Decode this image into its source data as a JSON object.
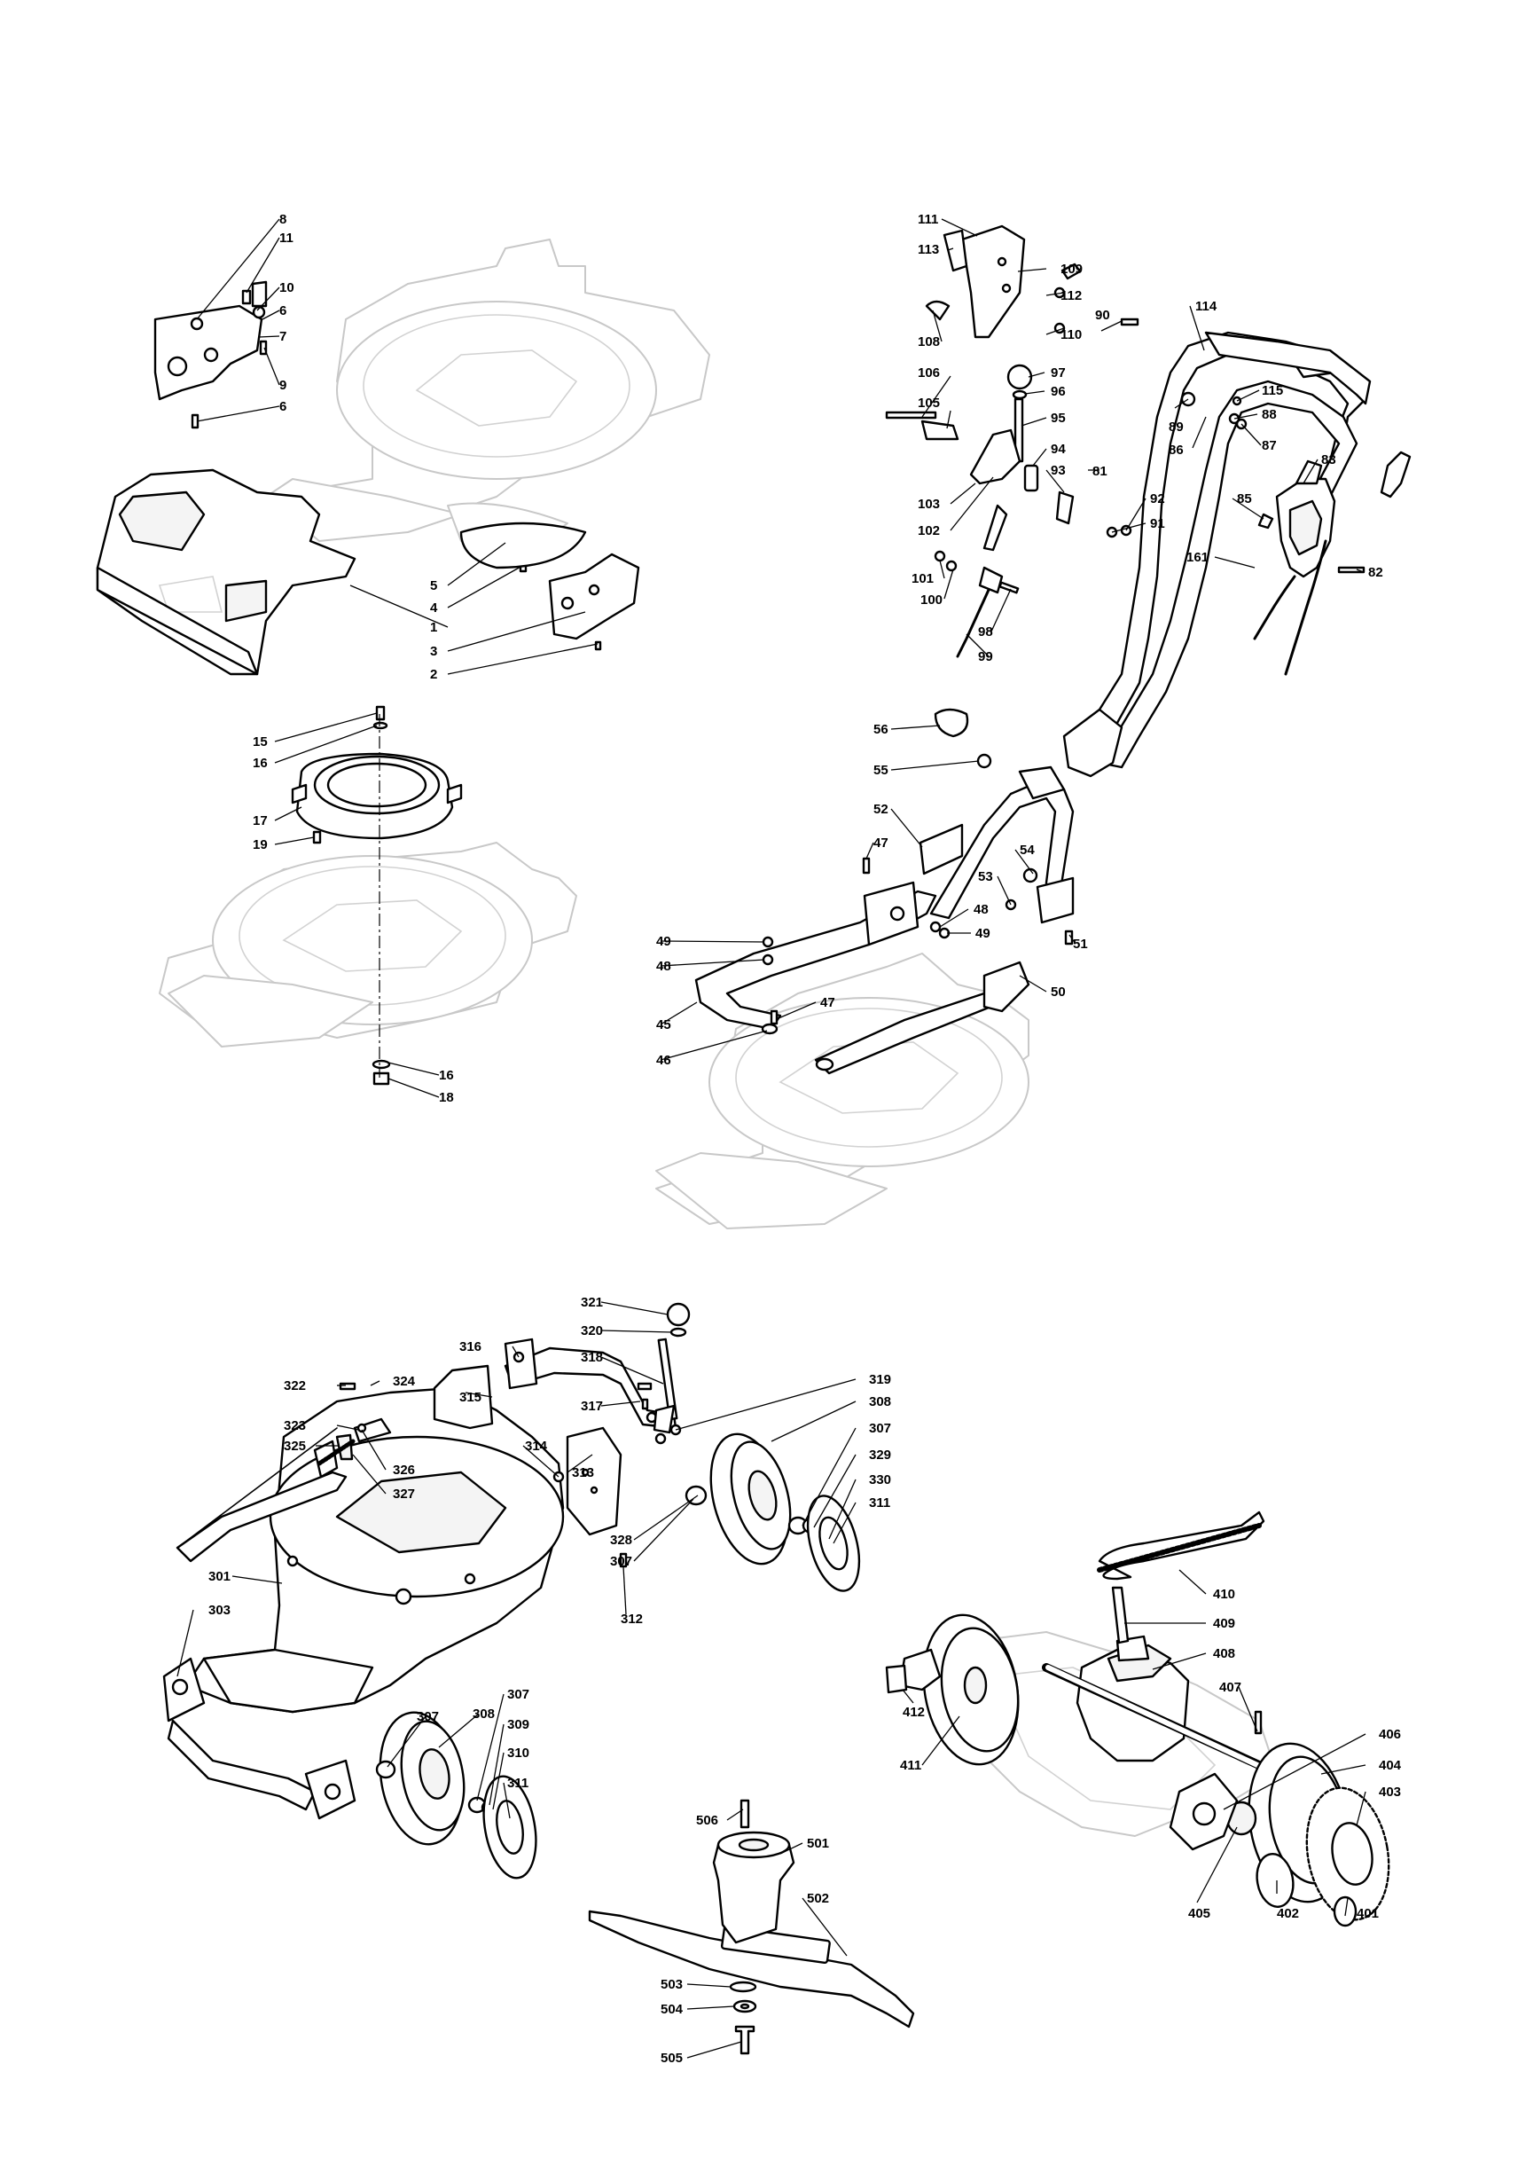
{
  "labels": {
    "hood": [
      "8",
      "11",
      "10",
      "6",
      "7",
      "9",
      "6",
      "5",
      "4",
      "1",
      "3",
      "2"
    ],
    "deck_bearing": [
      "15",
      "16",
      "17",
      "19",
      "16",
      "18"
    ],
    "handle": [
      "111",
      "113",
      "109",
      "112",
      "108",
      "110",
      "90",
      "114",
      "106",
      "97",
      "96",
      "105",
      "95",
      "115",
      "89",
      "88",
      "86",
      "87",
      "94",
      "93",
      "83",
      "103",
      "81",
      "102",
      "92",
      "85",
      "91",
      "101",
      "100",
      "161",
      "82",
      "98",
      "99"
    ],
    "lower_handle": [
      "56",
      "55",
      "52",
      "47",
      "54",
      "53",
      "48",
      "49",
      "49",
      "48",
      "51",
      "47",
      "50",
      "45",
      "46"
    ],
    "height_adjust": [
      "321",
      "320",
      "316",
      "318",
      "324",
      "322",
      "315",
      "317",
      "319",
      "323",
      "308",
      "325",
      "326",
      "307",
      "327",
      "314",
      "313",
      "329",
      "330",
      "311",
      "328",
      "307",
      "301",
      "312",
      "303",
      "307",
      "307",
      "308",
      "309",
      "310",
      "311"
    ],
    "transmission": [
      "410",
      "409",
      "408",
      "407",
      "412",
      "411",
      "406",
      "404",
      "403",
      "405",
      "402",
      "401"
    ],
    "blade": [
      "506",
      "501",
      "502",
      "503",
      "504",
      "505"
    ]
  },
  "colors": {
    "line": "#000000",
    "ghost": "#c8c8c8",
    "background": "#ffffff"
  }
}
